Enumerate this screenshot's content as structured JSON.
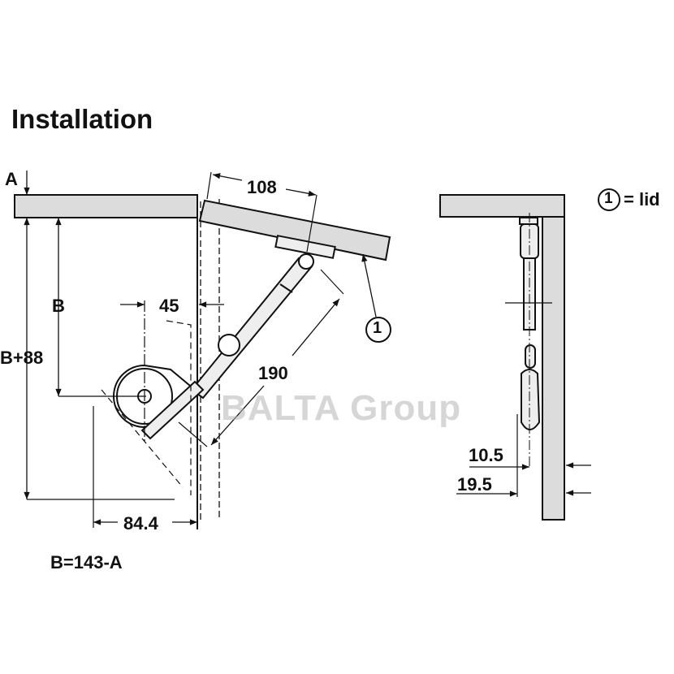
{
  "title": "Installation",
  "labels": {
    "a": "A",
    "b": "B",
    "b_plus_88": "B+88",
    "d45": "45",
    "d108": "108",
    "d190": "190",
    "d84_4": "84.4",
    "formula": "B=143-A",
    "d10_5": "10.5",
    "d19_5": "19.5",
    "callout": "1"
  },
  "legend": {
    "number": "1",
    "text": "= lid"
  },
  "watermark": "BALTA Group",
  "colors": {
    "panel": "#dcdcdc",
    "line": "#111111"
  }
}
